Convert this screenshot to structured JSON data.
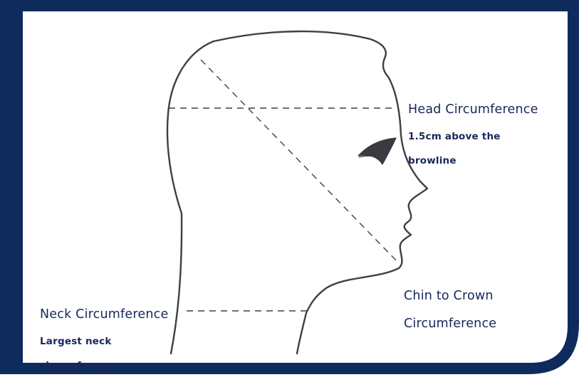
{
  "colors": {
    "border": "#0f2a5c",
    "text": "#17275a",
    "outline": "#3f3f46"
  },
  "measurements": {
    "head": {
      "title": "Head Circumference",
      "note_line1": "1.5cm above the",
      "note_line2": "browline"
    },
    "chin_to_crown": {
      "title_line1": "Chin to Crown",
      "title_line2": "Circumference"
    },
    "neck": {
      "title": "Neck Circumference",
      "note_line1": "Largest neck",
      "note_line2": "circumference"
    }
  }
}
